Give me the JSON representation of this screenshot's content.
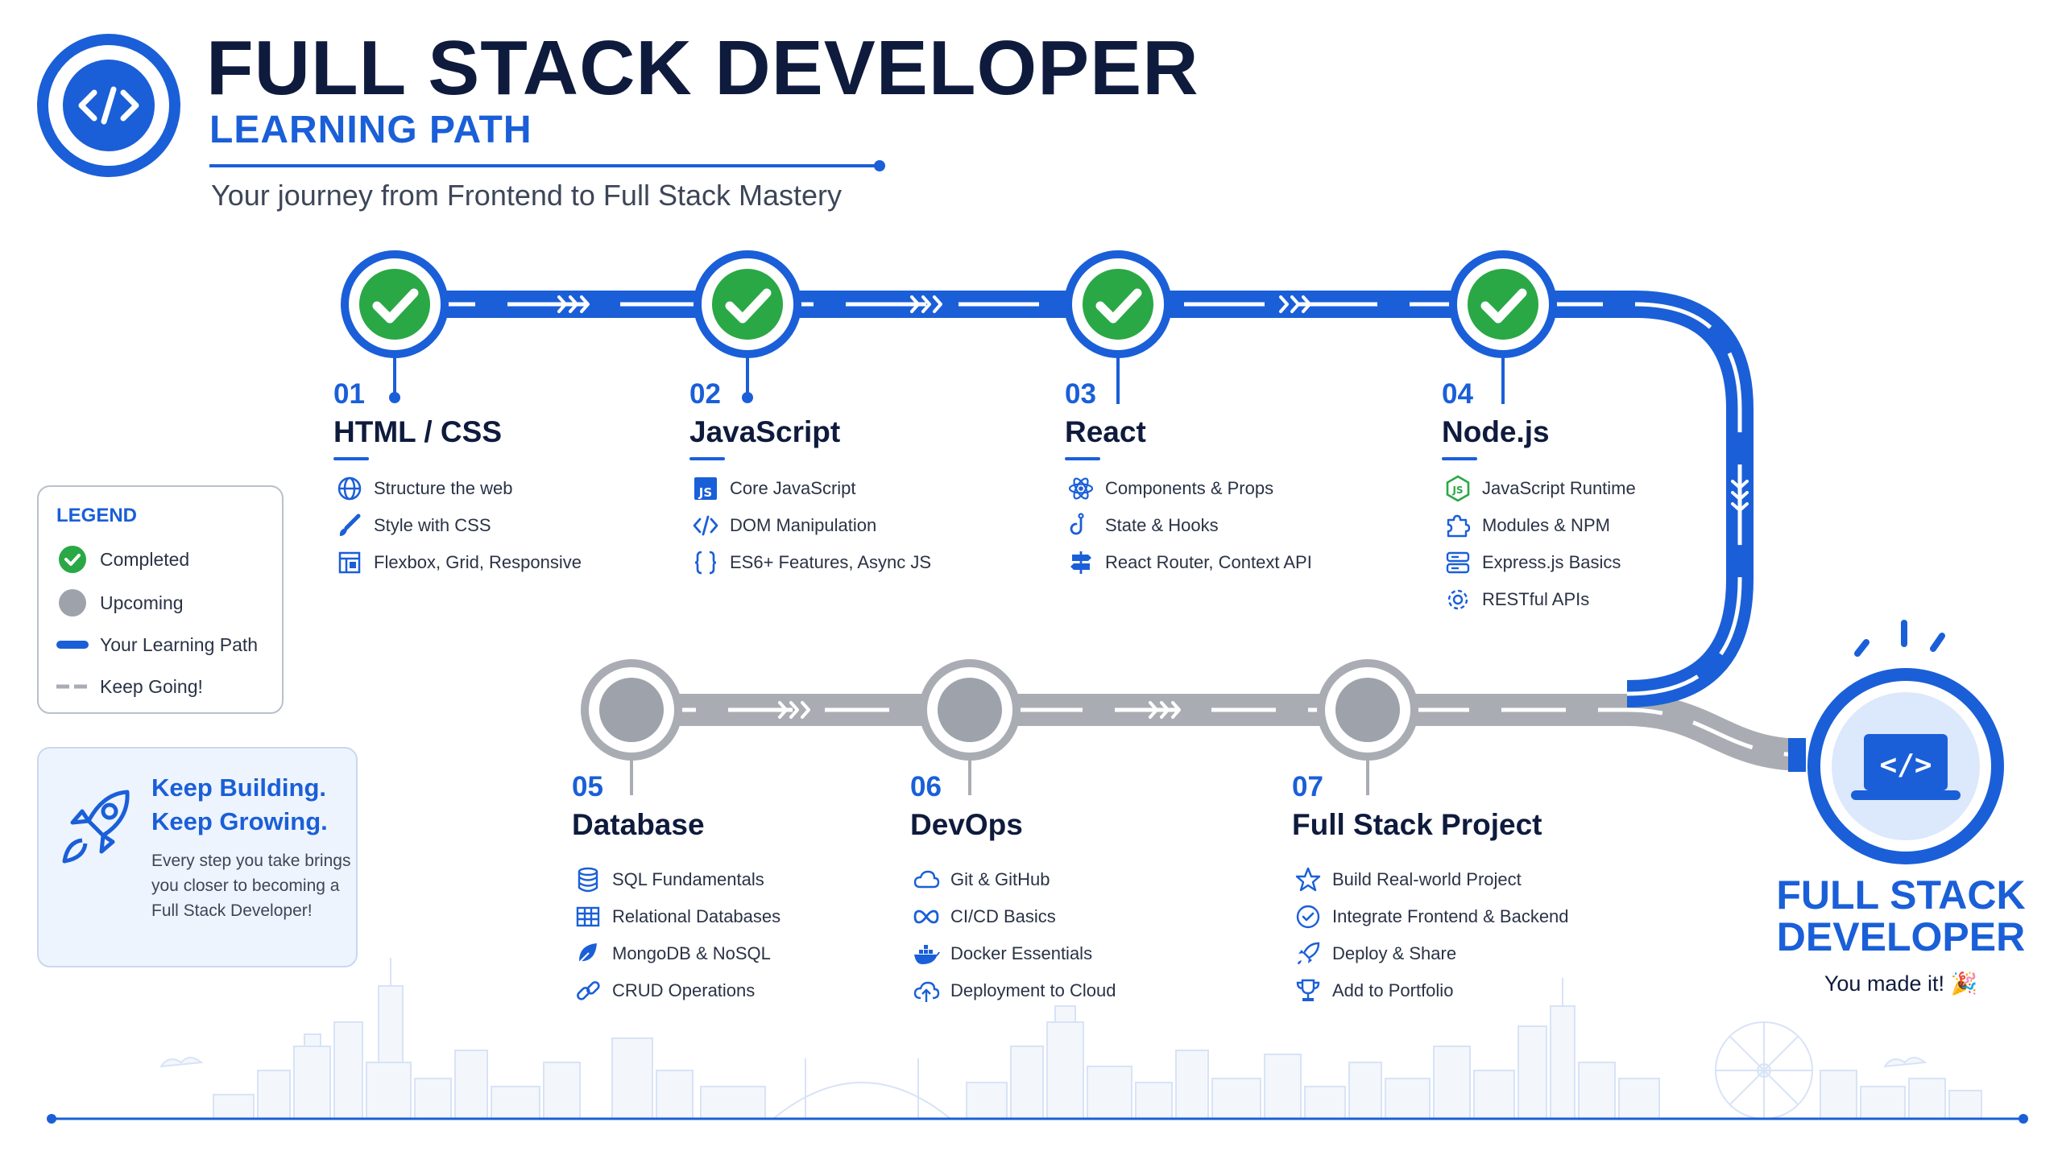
{
  "header": {
    "title": "FULL STACK DEVELOPER",
    "subtitle": "LEARNING PATH",
    "tagline": "Your journey from Frontend to Full Stack Mastery"
  },
  "colors": {
    "primary_blue": "#1a5fd8",
    "completed_green": "#2aa845",
    "upcoming_gray": "#9ea3ab",
    "navy": "#0f1b3d"
  },
  "steps": [
    {
      "num": "01",
      "name": "HTML / CSS",
      "status": "completed",
      "items": [
        {
          "icon": "globe-icon",
          "text": "Structure the web"
        },
        {
          "icon": "paintbrush-icon",
          "text": "Style with CSS"
        },
        {
          "icon": "layout-icon",
          "text": "Flexbox, Grid, Responsive"
        }
      ]
    },
    {
      "num": "02",
      "name": "JavaScript",
      "status": "completed",
      "items": [
        {
          "icon": "js-badge-icon",
          "text": "Core JavaScript"
        },
        {
          "icon": "code-brackets-icon",
          "text": "DOM Manipulation"
        },
        {
          "icon": "curly-braces-icon",
          "text": "ES6+ Features, Async JS"
        }
      ]
    },
    {
      "num": "03",
      "name": "React",
      "status": "completed",
      "items": [
        {
          "icon": "atom-icon",
          "text": "Components & Props"
        },
        {
          "icon": "hook-icon",
          "text": "State & Hooks"
        },
        {
          "icon": "signpost-icon",
          "text": "React Router, Context API"
        }
      ]
    },
    {
      "num": "04",
      "name": "Node.js",
      "status": "completed",
      "items": [
        {
          "icon": "nodejs-hex-icon",
          "text": "JavaScript Runtime"
        },
        {
          "icon": "puzzle-icon",
          "text": "Modules & NPM"
        },
        {
          "icon": "server-icon",
          "text": "Express.js Basics"
        },
        {
          "icon": "gear-icon",
          "text": "RESTful APIs"
        }
      ]
    },
    {
      "num": "05",
      "name": "Database",
      "status": "upcoming",
      "items": [
        {
          "icon": "database-icon",
          "text": "SQL Fundamentals"
        },
        {
          "icon": "table-grid-icon",
          "text": "Relational Databases"
        },
        {
          "icon": "leaf-icon",
          "text": "MongoDB & NoSQL"
        },
        {
          "icon": "link-icon",
          "text": "CRUD Operations"
        }
      ]
    },
    {
      "num": "06",
      "name": "DevOps",
      "status": "upcoming",
      "items": [
        {
          "icon": "cloud-icon",
          "text": "Git & GitHub"
        },
        {
          "icon": "infinity-icon",
          "text": "CI/CD Basics"
        },
        {
          "icon": "docker-whale-icon",
          "text": "Docker Essentials"
        },
        {
          "icon": "cloud-upload-icon",
          "text": "Deployment to Cloud"
        }
      ]
    },
    {
      "num": "07",
      "name": "Full Stack Project",
      "status": "upcoming",
      "items": [
        {
          "icon": "star-icon",
          "text": "Build Real-world Project"
        },
        {
          "icon": "check-circle-icon",
          "text": "Integrate Frontend & Backend"
        },
        {
          "icon": "rocket-icon",
          "text": "Deploy & Share"
        },
        {
          "icon": "trophy-icon",
          "text": "Add to Portfolio"
        }
      ]
    }
  ],
  "legend": {
    "title": "LEGEND",
    "items": [
      {
        "icon": "completed-dot-icon",
        "label": "Completed"
      },
      {
        "icon": "upcoming-dot-icon",
        "label": "Upcoming"
      },
      {
        "icon": "solid-path-icon",
        "label": "Your Learning Path"
      },
      {
        "icon": "dashed-path-icon",
        "label": "Keep Going!"
      }
    ]
  },
  "motivation": {
    "icon": "rocket-icon",
    "title_line1": "Keep Building.",
    "title_line2": "Keep Growing.",
    "body": "Every step you take brings you closer to becoming a Full Stack Developer!"
  },
  "finale": {
    "icon": "laptop-code-icon",
    "title_line1": "FULL STACK",
    "title_line2": "DEVELOPER",
    "subtitle": "You made it! 🎉"
  }
}
